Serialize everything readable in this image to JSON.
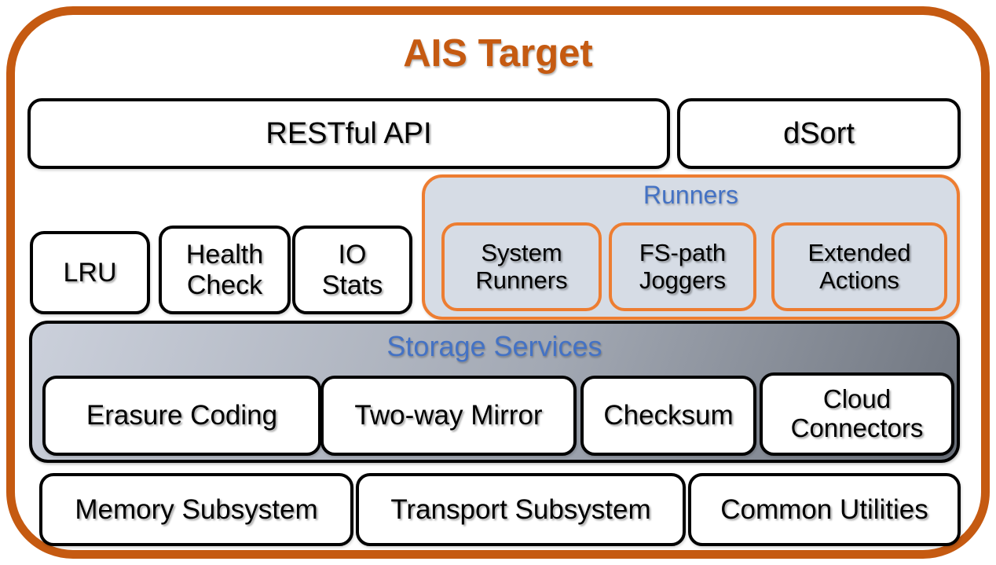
{
  "title": "AIS Target",
  "api_layer": {
    "restful": "RESTful API",
    "dsort": "dSort"
  },
  "services": {
    "lru": "LRU",
    "health_check": "Health Check",
    "io_stats": "IO Stats"
  },
  "runners": {
    "label": "Runners",
    "system": "System Runners",
    "fs_path": "FS-path Joggers",
    "extended": "Extended Actions"
  },
  "storage": {
    "label": "Storage Services",
    "erasure": "Erasure Coding",
    "mirror": "Two-way Mirror",
    "checksum": "Checksum",
    "cloud": "Cloud Connectors"
  },
  "subsystems": {
    "memory": "Memory Subsystem",
    "transport": "Transport Subsystem",
    "common": "Common Utilities"
  },
  "colors": {
    "outer_border_orange": "#C55A11",
    "title_orange": "#C55A11",
    "runner_border_orange": "#ED7D31",
    "panel_label_blue": "#4472C4",
    "runners_panel_bg": "#D6DCE5",
    "storage_gradient_light": "#CBD0DB",
    "storage_gradient_dark": "#6F757F",
    "box_border_black": "#000000"
  }
}
